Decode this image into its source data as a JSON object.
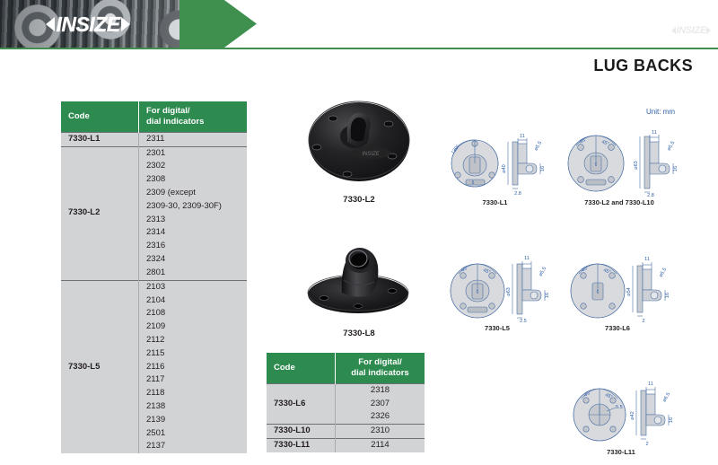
{
  "header": {
    "logo_text": "INSIZE",
    "watermark_text": "INSIZE",
    "accent_color": "#3f8f4f"
  },
  "page_title": "LUG BACKS",
  "unit_label": "Unit: mm",
  "table_main": {
    "headers": [
      "Code",
      "For digital/\ndial indicators"
    ],
    "header_code": "Code",
    "header_indicators_line1": "For digital/",
    "header_indicators_line2": "dial indicators",
    "groups": [
      {
        "code": "7330-L1",
        "indicators": [
          "2311"
        ]
      },
      {
        "code": "7330-L2",
        "indicators": [
          "2301",
          "2302",
          "2308",
          "2309 (except",
          "2309-30, 2309-30F)",
          "2313",
          "2314",
          "2316",
          "2324",
          "2801"
        ]
      },
      {
        "code": "7330-L5",
        "indicators": [
          "2103",
          "2104",
          "2108",
          "2109",
          "2112",
          "2115",
          "2116",
          "2117",
          "2118",
          "2138",
          "2139",
          "2501",
          "2137"
        ]
      }
    ]
  },
  "table_second": {
    "header_code": "Code",
    "header_indicators_line1": "For digital/",
    "header_indicators_line2": "dial indicators",
    "groups": [
      {
        "code": "7330-L6",
        "indicators": [
          "2318",
          "2307",
          "2326"
        ]
      },
      {
        "code": "7330-L10",
        "indicators": [
          "2310"
        ]
      },
      {
        "code": "7330-L11",
        "indicators": [
          "2114"
        ]
      }
    ]
  },
  "photos": [
    {
      "caption": "7330-L2",
      "icon": "lug-back-disc-photo"
    },
    {
      "caption": "7330-L8",
      "icon": "lug-back-upright-photo"
    }
  ],
  "drawings": [
    {
      "caption": "7330-L1",
      "angle_left": "120°",
      "diameter": "⌀40",
      "dim_width": "11",
      "dim_thickness": "2.8",
      "dim_hole": "⌀5.5",
      "dim_height": "16",
      "center_label": "6"
    },
    {
      "caption": "7330-L2 and 7330-L10",
      "angle_left": "45°",
      "angle_right": "45°",
      "diameter": "⌀63",
      "dim_width": "11",
      "dim_thickness": "2.8",
      "dim_hole": "⌀5.5",
      "dim_height": "16",
      "center_label": "6"
    },
    {
      "caption": "7330-L5",
      "angle_left": "45°",
      "angle_right": "45°",
      "diameter": "⌀63",
      "dim_width": "11",
      "dim_thickness": "2.5",
      "dim_hole": "⌀5.5",
      "dim_height": "16",
      "center_label": "6"
    },
    {
      "caption": "7330-L6",
      "angle_left": "45°",
      "angle_right": "45°",
      "diameter": "⌀54",
      "dim_width": "11",
      "dim_thickness": "2",
      "dim_hole": "⌀5.5",
      "dim_height": "16",
      "center_label": "6"
    },
    {
      "caption": "7330-L11",
      "angle_left": "45°",
      "angle_right": "45°",
      "diameter": "⌀42",
      "dim_width": "11",
      "dim_thickness": "2",
      "dim_hole": "⌀6.5",
      "dim_height": "16",
      "center_bore": "5.5"
    }
  ]
}
